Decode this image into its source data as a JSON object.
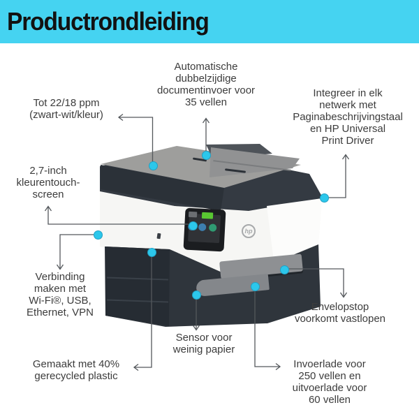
{
  "header": {
    "title": "Productrondleiding"
  },
  "colors": {
    "banner": "#45d3f1",
    "callout_dot": "#2cc7eb",
    "callout_text": "#3c3c3c",
    "connector_line": "#54585c"
  },
  "printer": {
    "logo_text": "hp"
  },
  "callouts": [
    {
      "id": "adf",
      "text": "Automatische\ndubbelzijdige\ndocumentinvoer voor\n35 vellen"
    },
    {
      "id": "print-speed",
      "text": "Tot 22/18 ppm\n(zwart-wit/kleur)"
    },
    {
      "id": "network",
      "text": "Integreer in elk\nnetwerk met\nPaginabeschrijvingstaal\nen HP Universal\nPrint Driver"
    },
    {
      "id": "touchscreen",
      "text": "2,7-inch\nkleurentouch-\nscreen"
    },
    {
      "id": "connectivity",
      "text": "Verbinding\nmaken met\nWi-Fi®, USB,\nEthernet, VPN"
    },
    {
      "id": "recycled",
      "text": "Gemaakt met 40%\ngerecycled plastic"
    },
    {
      "id": "envelope-stop",
      "text": "Envelopstop\nvoorkomt vastlopen"
    },
    {
      "id": "paper-sensor",
      "text": "Sensor voor\nweinig papier"
    },
    {
      "id": "trays",
      "text": "Invoerlade voor\n250 vellen en\nuitvoerlade voor\n60 vellen"
    }
  ]
}
